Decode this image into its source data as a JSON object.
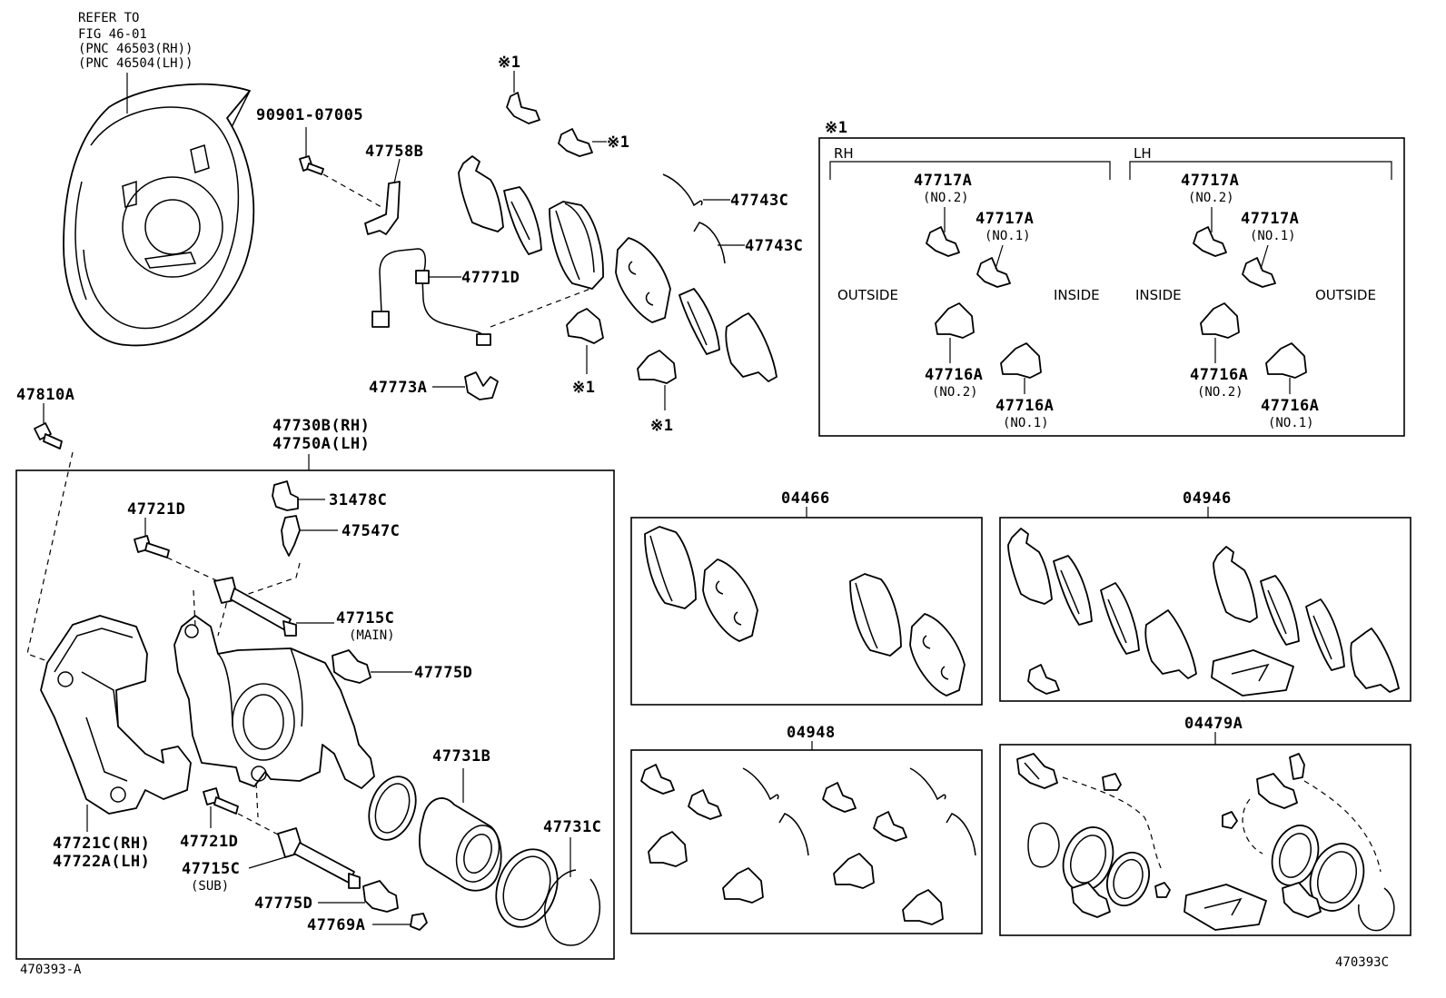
{
  "refer": {
    "line1": "REFER TO",
    "line2": "FIG 46-01",
    "line3": "(PNC 46503(RH))",
    "line4": "(PNC 46504(LH))"
  },
  "labels": {
    "p90901": "90901-07005",
    "p47758B": "47758B",
    "p47771D": "47771D",
    "p47773A": "47773A",
    "p47743C_a": "47743C",
    "p47743C_b": "47743C",
    "p47810A": "47810A",
    "p47730B": "47730B(RH)",
    "p47750A": "47750A(LH)",
    "p47721D_top": "47721D",
    "p31478C": "31478C",
    "p47547C": "47547C",
    "p47715C_main": "47715C",
    "p47715C_main_sub": "(MAIN)",
    "p47775D_top": "47775D",
    "p47731B": "47731B",
    "p47731C": "47731C",
    "p47721C": "47721C(RH)",
    "p47722A": "47722A(LH)",
    "p47721D_bot": "47721D",
    "p47715C_sub": "47715C",
    "p47715C_sub_sub": "(SUB)",
    "p47775D_bot": "47775D",
    "p47769A": "47769A",
    "note1": "※1",
    "note2": "※1",
    "note3": "※1",
    "note4": "※1"
  },
  "inset": {
    "mark": "※1",
    "rh": "RH",
    "lh": "LH",
    "rh_outside": "OUTSIDE",
    "rh_inside": "INSIDE",
    "lh_inside": "INSIDE",
    "lh_outside": "OUTSIDE",
    "rh_17a_2": "47717A",
    "rh_17a_2_sub": "(NO.2)",
    "rh_17a_1": "47717A",
    "rh_17a_1_sub": "(NO.1)",
    "rh_16a_2": "47716A",
    "rh_16a_2_sub": "(NO.2)",
    "rh_16a_1": "47716A",
    "rh_16a_1_sub": "(NO.1)",
    "lh_17a_2": "47717A",
    "lh_17a_2_sub": "(NO.2)",
    "lh_17a_1": "47717A",
    "lh_17a_1_sub": "(NO.1)",
    "lh_16a_2": "47716A",
    "lh_16a_2_sub": "(NO.2)",
    "lh_16a_1": "47716A",
    "lh_16a_1_sub": "(NO.1)"
  },
  "kits": {
    "k04466": "04466",
    "k04946": "04946",
    "k04948": "04948",
    "k04479A": "04479A"
  },
  "footer": {
    "left": "470393-A",
    "right": "470393C"
  }
}
